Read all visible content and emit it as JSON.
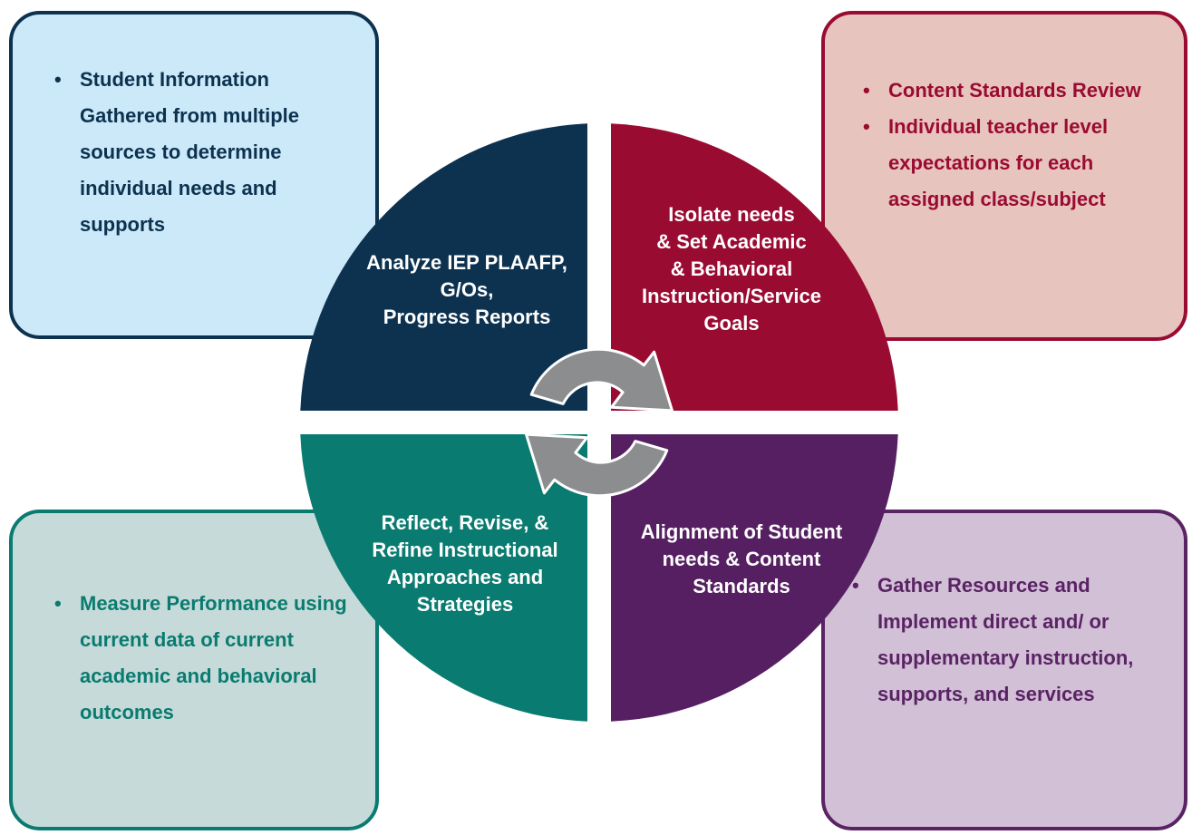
{
  "boxes": {
    "top_left": {
      "items": [
        "Student Information Gathered from multiple sources to determine individual needs and supports"
      ]
    },
    "top_right": {
      "items": [
        "Content Standards Review",
        "Individual teacher level expectations for each assigned class/subject"
      ]
    },
    "bottom_left": {
      "items": [
        "Measure Performance using current data of current academic and behavioral outcomes"
      ]
    },
    "bottom_right": {
      "items": [
        "Gather Resources and Implement direct and/ or supplementary instruction, supports, and services"
      ]
    }
  },
  "wheel": {
    "top_left": "Analyze IEP PLAAFP,\nG/Os,\nProgress Reports",
    "top_right": "Isolate needs\n& Set Academic\n& Behavioral\nInstruction/Service\nGoals",
    "bottom_left": "Reflect, Revise, &\nRefine Instructional\nApproaches and\nStrategies",
    "bottom_right": "Alignment of Student\nneeds & Content\nStandards"
  },
  "colors": {
    "navy": "#0d3250",
    "crimson": "#9a0b32",
    "teal": "#0a7b70",
    "purple": "#5a2364",
    "cycle_arrows": "#8c8d8f"
  },
  "icons": {
    "center": "cycle-arrows-icon"
  }
}
